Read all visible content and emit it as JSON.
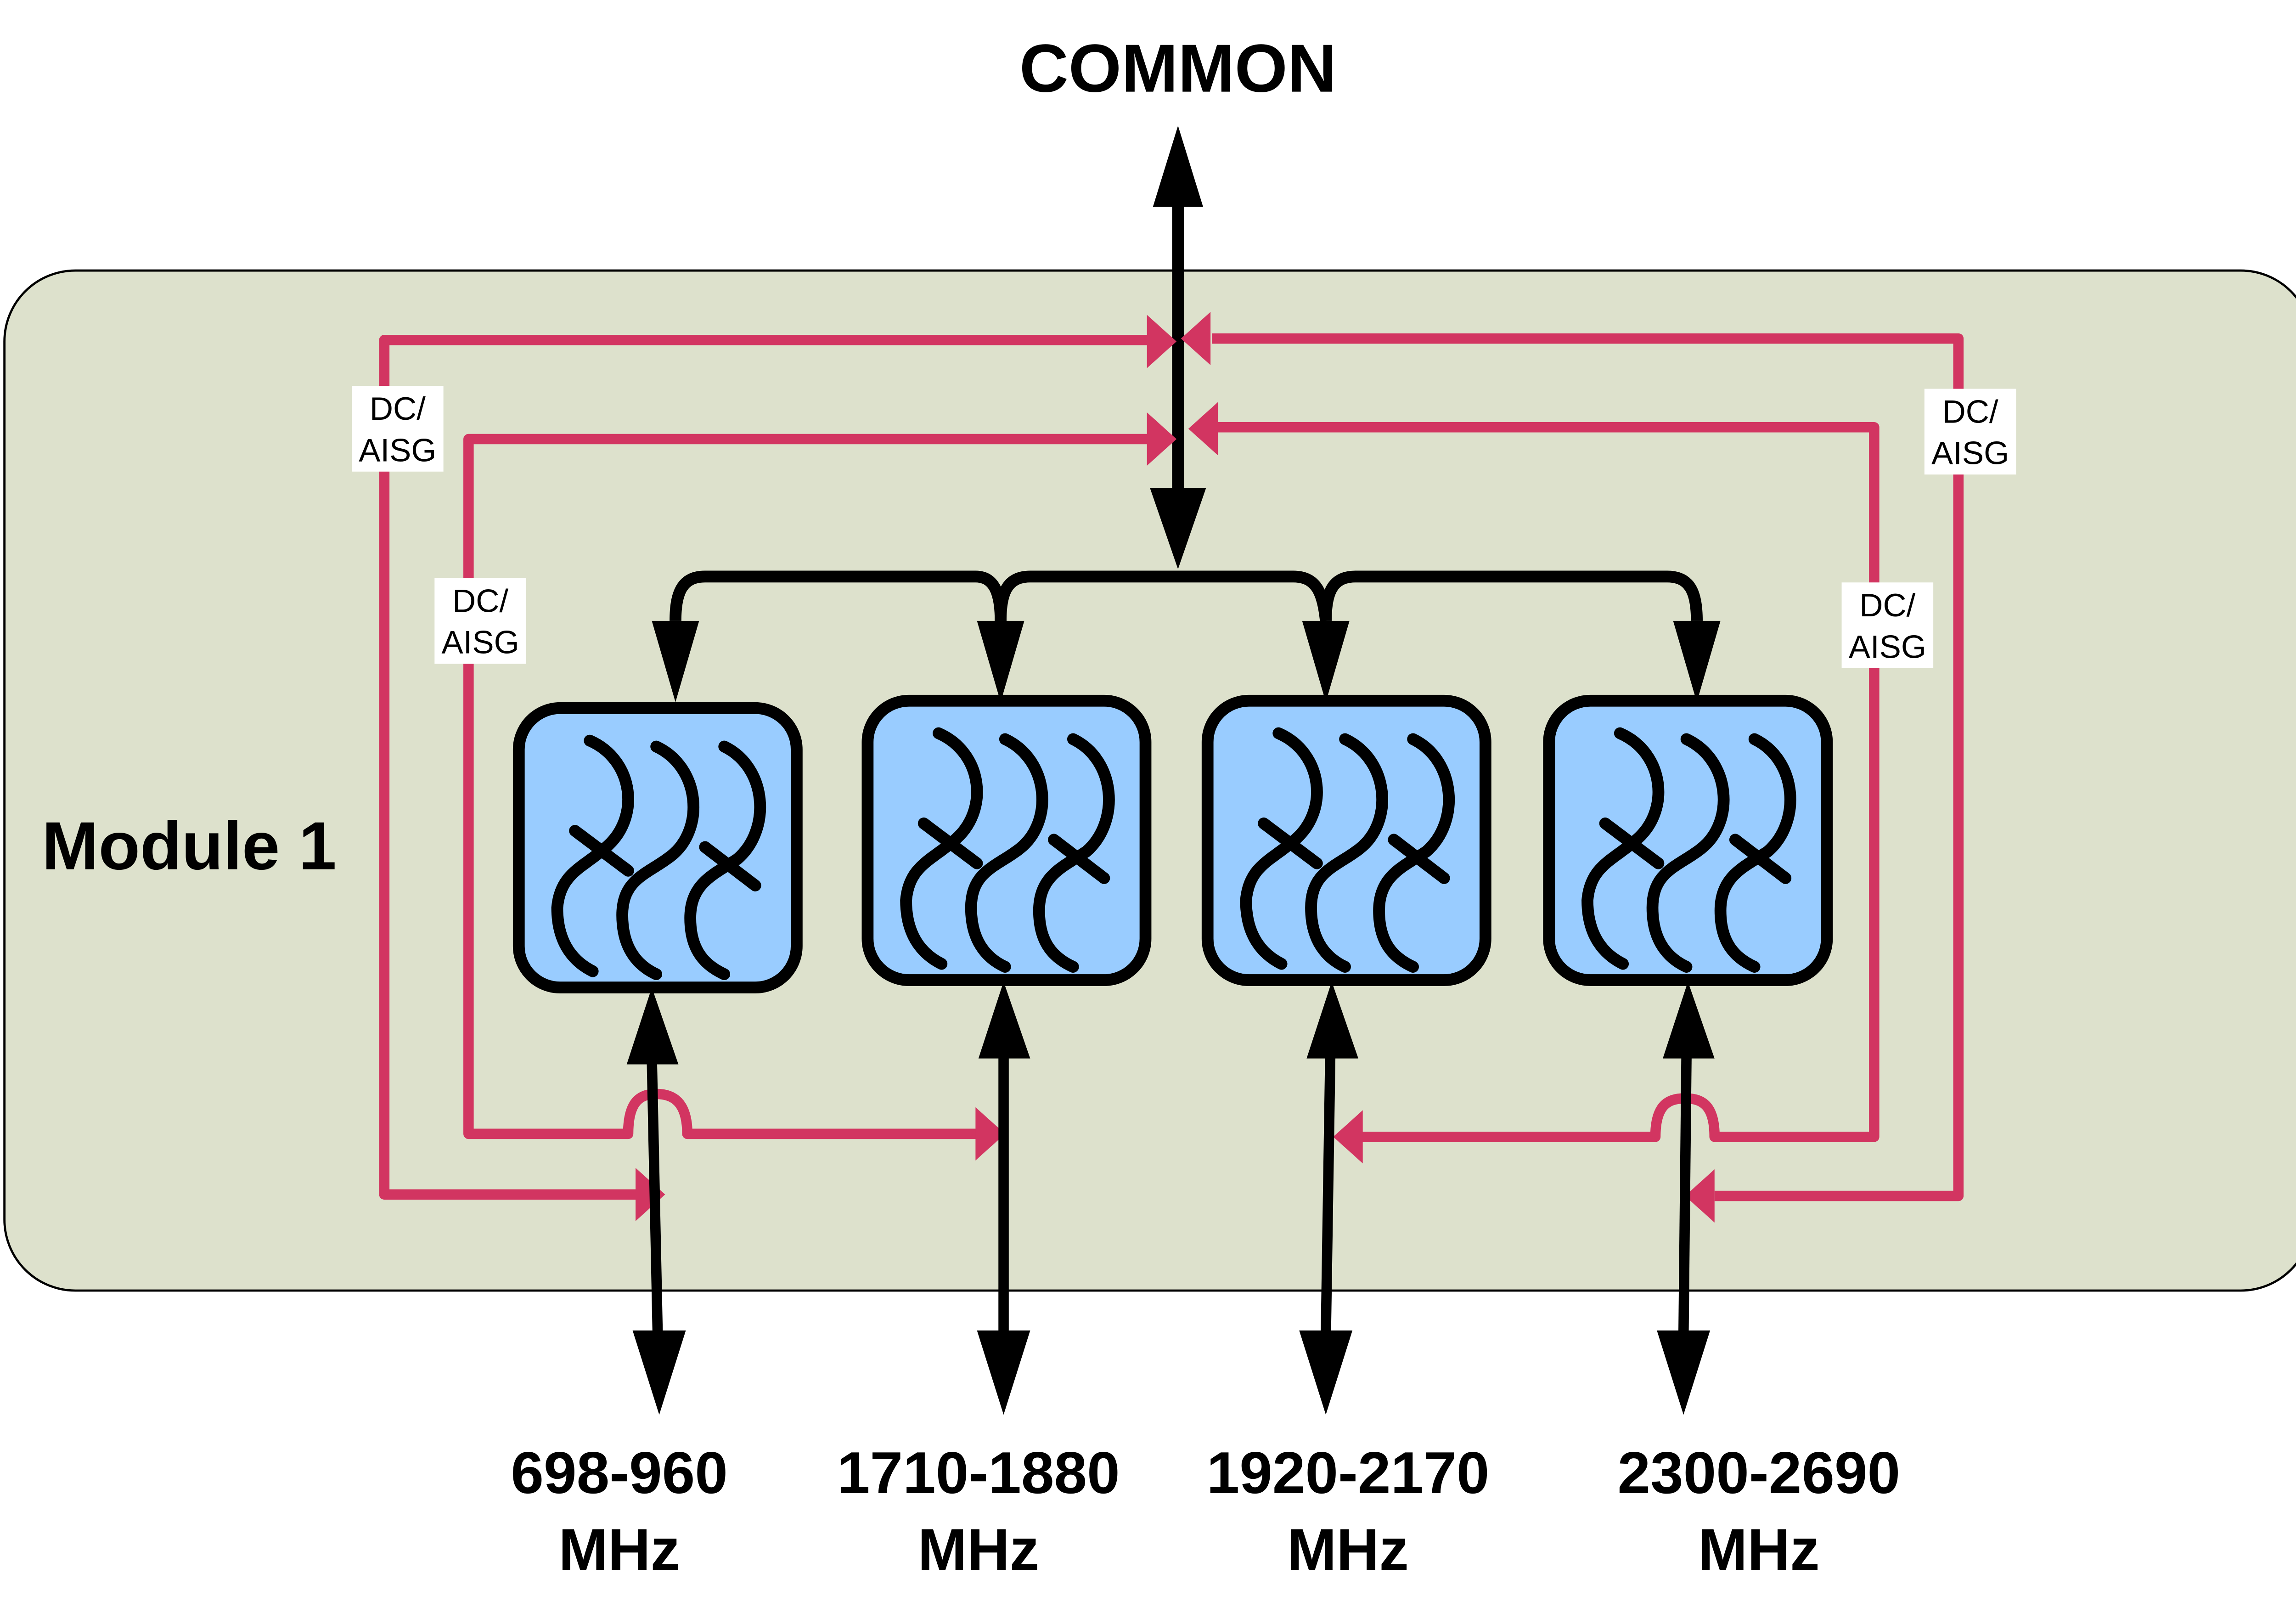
{
  "diagram": {
    "common_label": "COMMON",
    "module_label": "Module 1",
    "dc_aisg_label_line1": "DC/",
    "dc_aisg_label_line2": "AISG",
    "colors": {
      "module_fill": "#dde1cc",
      "filter_fill": "#99ccff",
      "rf_path": "#000000",
      "dc_aisg_path": "#d23561",
      "label_box": "#ffffff"
    },
    "bands": [
      {
        "range": "698-960",
        "unit": "MHz"
      },
      {
        "range": "1710-1880",
        "unit": "MHz"
      },
      {
        "range": "1920-2170",
        "unit": "MHz"
      },
      {
        "range": "2300-2690",
        "unit": "MHz"
      }
    ],
    "filters": [
      {
        "name": "filter-698-960"
      },
      {
        "name": "filter-1710-1880"
      },
      {
        "name": "filter-1920-2170"
      },
      {
        "name": "filter-2300-2690"
      }
    ]
  }
}
